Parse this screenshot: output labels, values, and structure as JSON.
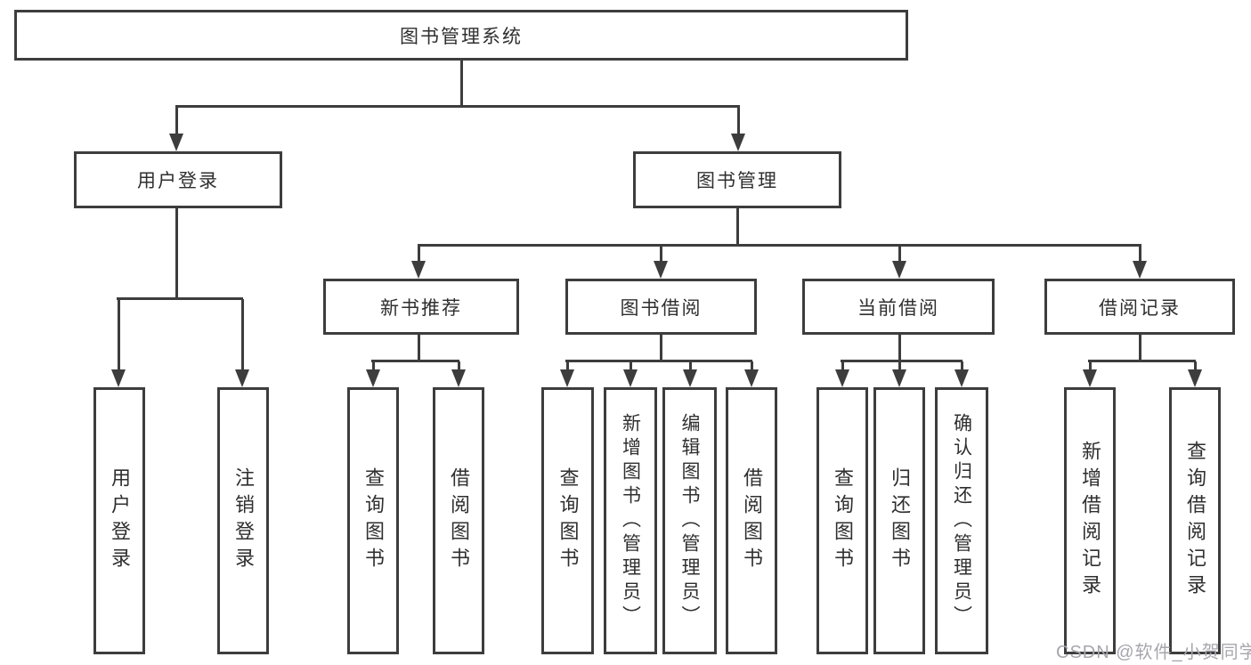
{
  "title": "图书管理系统",
  "level2": [
    {
      "label": "用户登录"
    },
    {
      "label": "图书管理"
    }
  ],
  "level3": [
    {
      "label": "新书推荐"
    },
    {
      "label": "图书借阅"
    },
    {
      "label": "当前借阅"
    },
    {
      "label": "借阅记录"
    }
  ],
  "leaf_groups": [
    {
      "parent": "用户登录",
      "items": [
        "用户登录",
        "注销登录"
      ]
    },
    {
      "parent": "新书推荐",
      "items": [
        "查询图书",
        "借阅图书"
      ]
    },
    {
      "parent": "图书借阅",
      "items": [
        "查询图书",
        "新增图书（管理员）",
        "编辑图书（管理员）",
        "借阅图书"
      ]
    },
    {
      "parent": "当前借阅",
      "items": [
        "查询图书",
        "归还图书",
        "确认归还（管理员）"
      ]
    },
    {
      "parent": "借阅记录",
      "items": [
        "新增借阅记录",
        "查询借阅记录"
      ]
    }
  ],
  "watermark": "CSDN @软件_小贺同学",
  "colors": {
    "line": "#3d3d3d",
    "text": "#2f2f2f",
    "box_background": "#ffffff",
    "background": "#ffffff",
    "watermark": "#a6a6ad"
  }
}
